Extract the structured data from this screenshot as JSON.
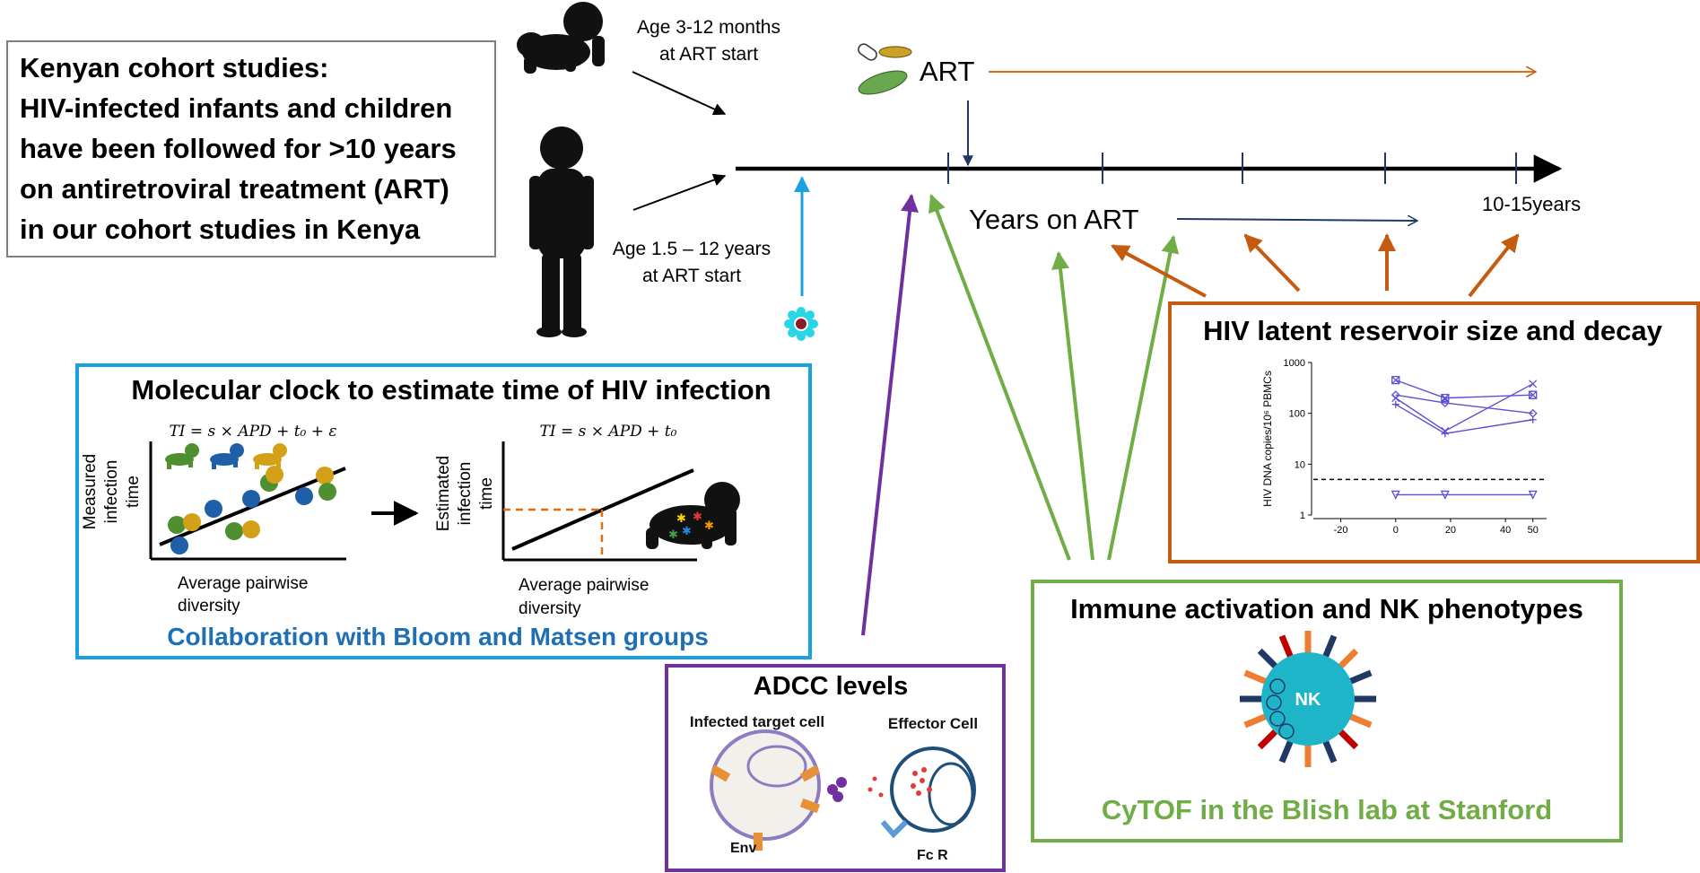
{
  "cohort_box": {
    "lines": [
      "Kenyan cohort studies:",
      "HIV-infected infants and children",
      "have been followed for >10 years",
      "on antiretroviral treatment (ART)",
      "in our cohort studies in Kenya"
    ]
  },
  "timeline": {
    "infant_label": [
      "Age 3-12 months",
      "at ART start"
    ],
    "child_label": [
      "Age 1.5 – 12 years",
      "at ART start"
    ],
    "art_label": "ART",
    "years_on_art": "Years on ART",
    "end_label": "10-15years"
  },
  "molecular_clock": {
    "title": "Molecular clock to estimate time of HIV infection",
    "formula_left": "TI = s × APD + t₀ + ε",
    "formula_right": "TI = s × APD + t₀",
    "left_ylabel": [
      "Measured",
      "infection",
      "time"
    ],
    "right_ylabel": [
      "Estimated",
      "infection",
      "time"
    ],
    "left_xlabel": [
      "Average pairwise",
      "diversity"
    ],
    "right_xlabel": [
      "Average pairwise",
      "diversity"
    ],
    "collab": "Collaboration with Bloom and Matsen groups"
  },
  "adcc": {
    "title": "ADCC levels",
    "target_label": "Infected target cell",
    "effector_label": "Effector Cell",
    "env_label": "Env",
    "fcr_label": "Fc R"
  },
  "reservoir": {
    "title": "HIV latent reservoir size and decay",
    "ylabel": "HIV DNA copies/10⁶ PBMCs"
  },
  "immune": {
    "title": "Immune activation and NK phenotypes",
    "nk_label": "NK",
    "cytof": "CyTOF in the Blish lab at Stanford"
  },
  "colors": {
    "orange": "#c55a11",
    "green": "#70ad47",
    "purple": "#7030a0",
    "cyan": "#1ba1e2",
    "navy": "#1f3864",
    "blue_text": "#1f6fb5"
  },
  "chart_data": {
    "type": "line",
    "ylabel": "HIV DNA copies/10⁶ PBMCs",
    "yscale": "log",
    "ylim": [
      1,
      1000
    ],
    "xlim": [
      -30,
      55
    ],
    "xticks": [
      -20,
      0,
      20,
      40,
      50
    ],
    "yticks": [
      1,
      10,
      100,
      1000
    ],
    "threshold_y": 5,
    "series": [
      {
        "marker": "square-x",
        "x": [
          0,
          18,
          50
        ],
        "y": [
          450,
          200,
          230
        ]
      },
      {
        "marker": "diamond",
        "x": [
          0,
          18,
          50
        ],
        "y": [
          230,
          160,
          100
        ]
      },
      {
        "marker": "x",
        "x": [
          0,
          18,
          50
        ],
        "y": [
          200,
          45,
          380
        ]
      },
      {
        "marker": "plus",
        "x": [
          0,
          18,
          50
        ],
        "y": [
          150,
          40,
          75
        ]
      },
      {
        "marker": "triangle-down",
        "x": [
          0,
          18,
          50
        ],
        "y": [
          2.5,
          2.5,
          2.5
        ]
      }
    ]
  }
}
